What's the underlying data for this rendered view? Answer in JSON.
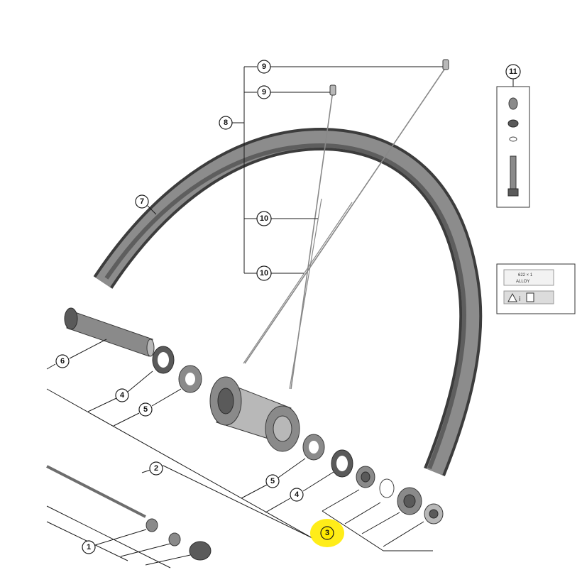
{
  "callouts": {
    "c1": "1",
    "c2": "2",
    "c3": "3",
    "c4a": "4",
    "c4b": "4",
    "c5a": "5",
    "c5b": "5",
    "c6": "6",
    "c7": "7",
    "c8": "8",
    "c9a": "9",
    "c9b": "9",
    "c10a": "10",
    "c10b": "10",
    "c11": "11"
  },
  "label_panel": {
    "line1": "622 × 1",
    "line2": "ALLOY",
    "info": "i"
  },
  "colors": {
    "highlight": "#ffeb00",
    "rim": "#555555",
    "line": "#1a1a1a"
  },
  "icons": [
    "warning-icon",
    "info-icon",
    "book-icon"
  ]
}
